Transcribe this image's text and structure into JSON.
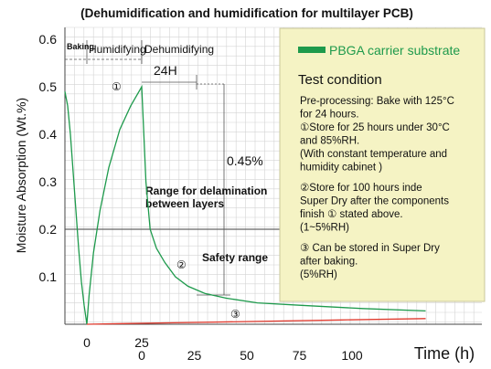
{
  "chart_data": {
    "type": "line",
    "title": "(Dehumidification and humidification for multilayer PCB)",
    "ylabel": "Moisture Absorption (Wt.%)",
    "xlabel": "Time (h)",
    "ylim": [
      0,
      0.6
    ],
    "yticks": [
      "0.1",
      "0.2",
      "0.3",
      "0.4",
      "0.5",
      "0.6"
    ],
    "xticks_row1": [
      "0",
      "25"
    ],
    "xticks_row2": [
      "0",
      "25",
      "50",
      "75",
      "100"
    ],
    "grid": true,
    "phases": [
      "Baking",
      "Humidifying",
      "Dehumidifying"
    ],
    "series": [
      {
        "name": "PBGA carrier substrate",
        "color": "#1e9a4c",
        "points": [
          [
            -8,
            0.49
          ],
          [
            -7,
            0.46
          ],
          [
            -6,
            0.4
          ],
          [
            -5,
            0.32
          ],
          [
            -4,
            0.24
          ],
          [
            -3,
            0.16
          ],
          [
            -2,
            0.09
          ],
          [
            -1,
            0.04
          ],
          [
            0,
            0.0
          ],
          [
            1,
            0.06
          ],
          [
            3,
            0.15
          ],
          [
            6,
            0.24
          ],
          [
            10,
            0.33
          ],
          [
            15,
            0.41
          ],
          [
            20,
            0.46
          ],
          [
            25,
            0.5
          ],
          [
            26,
            0.4
          ],
          [
            27,
            0.3
          ],
          [
            29,
            0.2
          ],
          [
            32,
            0.16
          ],
          [
            36,
            0.13
          ],
          [
            41,
            0.1
          ],
          [
            47,
            0.08
          ],
          [
            55,
            0.065
          ],
          [
            65,
            0.055
          ],
          [
            80,
            0.045
          ],
          [
            100,
            0.04
          ],
          [
            130,
            0.033
          ],
          [
            160,
            0.028
          ]
        ]
      },
      {
        "name": "",
        "color": "#e03a2e",
        "points": [
          [
            0,
            0.0
          ],
          [
            40,
            0.003
          ],
          [
            80,
            0.006
          ],
          [
            120,
            0.009
          ],
          [
            160,
            0.012
          ]
        ]
      }
    ],
    "annotations": {
      "circle1": "①",
      "circle2": "②",
      "circle3": "③",
      "h24": "24H",
      "pct": "0.45%",
      "delam": [
        "Range for delamination",
        "between layers"
      ],
      "safety": "Safety range"
    }
  },
  "legend": {
    "label": "PBGA carrier substrate",
    "color": "#1e9a4c"
  },
  "test_condition": {
    "title": "Test condition",
    "lines": [
      "Pre-processing: Bake with 125°C",
      "for 24 hours.",
      "①Store for 25 hours under 30°C",
      "and 85%RH.",
      "(With constant temperature and",
      "humidity cabinet )",
      "",
      "②Store for 100 hours inde",
      "Super Dry after the components",
      "finish ① stated above.",
      "(1~5%RH)",
      "",
      "③ Can be stored in Super Dry",
      "after baking.",
      "(5%RH)"
    ],
    "bg_color": "#f5f3c4"
  }
}
